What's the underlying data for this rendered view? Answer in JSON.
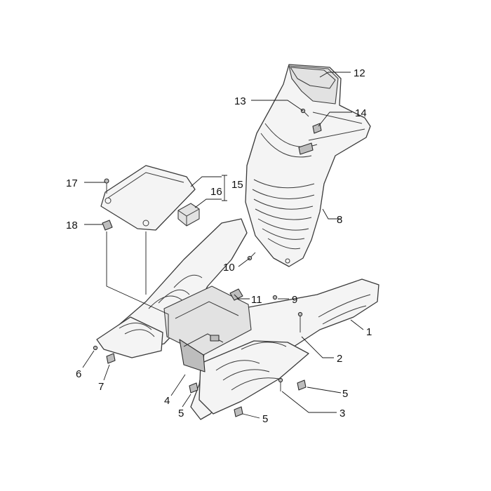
{
  "diagram": {
    "callouts": [
      {
        "id": "1",
        "label": "1"
      },
      {
        "id": "2",
        "label": "2"
      },
      {
        "id": "3",
        "label": "3"
      },
      {
        "id": "4",
        "label": "4"
      },
      {
        "id": "5a",
        "label": "5"
      },
      {
        "id": "5b",
        "label": "5"
      },
      {
        "id": "5c",
        "label": "5"
      },
      {
        "id": "6",
        "label": "6"
      },
      {
        "id": "7",
        "label": "7"
      },
      {
        "id": "8",
        "label": "8"
      },
      {
        "id": "9",
        "label": "9"
      },
      {
        "id": "10",
        "label": "10"
      },
      {
        "id": "11",
        "label": "11"
      },
      {
        "id": "12",
        "label": "12"
      },
      {
        "id": "13",
        "label": "13"
      },
      {
        "id": "14",
        "label": "14"
      },
      {
        "id": "15",
        "label": "15"
      },
      {
        "id": "16",
        "label": "16"
      },
      {
        "id": "17",
        "label": "17"
      },
      {
        "id": "18",
        "label": "18"
      }
    ]
  }
}
